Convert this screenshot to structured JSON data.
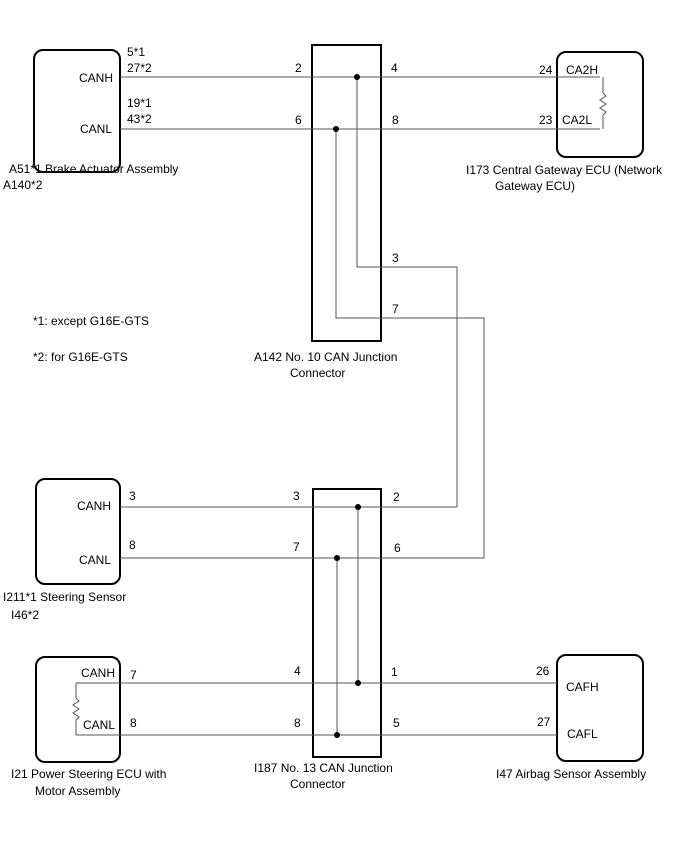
{
  "components": {
    "brake_actuator": {
      "pin_canh": "CANH",
      "pin_canl": "CANL",
      "canh_no_1": "5*1",
      "canh_no_2": "27*2",
      "canl_no_1": "19*1",
      "canl_no_2": "43*2",
      "caption_line1": "A51*1  Brake Actuator Assembly",
      "caption_line2": "A140*2"
    },
    "junction_a142": {
      "pins": {
        "p2": "2",
        "p6": "6",
        "p4": "4",
        "p8": "8",
        "p3": "3",
        "p7": "7"
      },
      "caption_line1": "A142  No. 10 CAN Junction",
      "caption_line2": "Connector"
    },
    "gateway_ecu": {
      "pin_h": "CA2H",
      "pin_l": "CA2L",
      "no_h": "24",
      "no_l": "23",
      "caption_line1": "I173 Central Gateway ECU (Network",
      "caption_line2": "Gateway ECU)"
    },
    "steering_sensor": {
      "pin_canh": "CANH",
      "pin_canl": "CANL",
      "no_h": "3",
      "no_l": "8",
      "caption_line1": "I211*1 Steering Sensor",
      "caption_line2": "I46*2"
    },
    "junction_i187": {
      "pins": {
        "p3": "3",
        "p7": "7",
        "p2": "2",
        "p6": "6",
        "p4": "4",
        "p8": "8",
        "p1": "1",
        "p5": "5"
      },
      "caption_line1": "I187   No. 13 CAN Junction",
      "caption_line2": "Connector"
    },
    "power_steering_ecu": {
      "pin_canh": "CANH",
      "pin_canl": "CANL",
      "no_h": "7",
      "no_l": "8",
      "caption_line1": "I21  Power Steering ECU with",
      "caption_line2": "Motor Assembly"
    },
    "airbag_sensor": {
      "pin_h": "CAFH",
      "pin_l": "CAFL",
      "no_h": "26",
      "no_l": "27",
      "caption": "I47 Airbag Sensor Assembly"
    }
  },
  "notes": {
    "note1": "*1: except G16E-GTS",
    "note2": "*2: for G16E-GTS"
  }
}
